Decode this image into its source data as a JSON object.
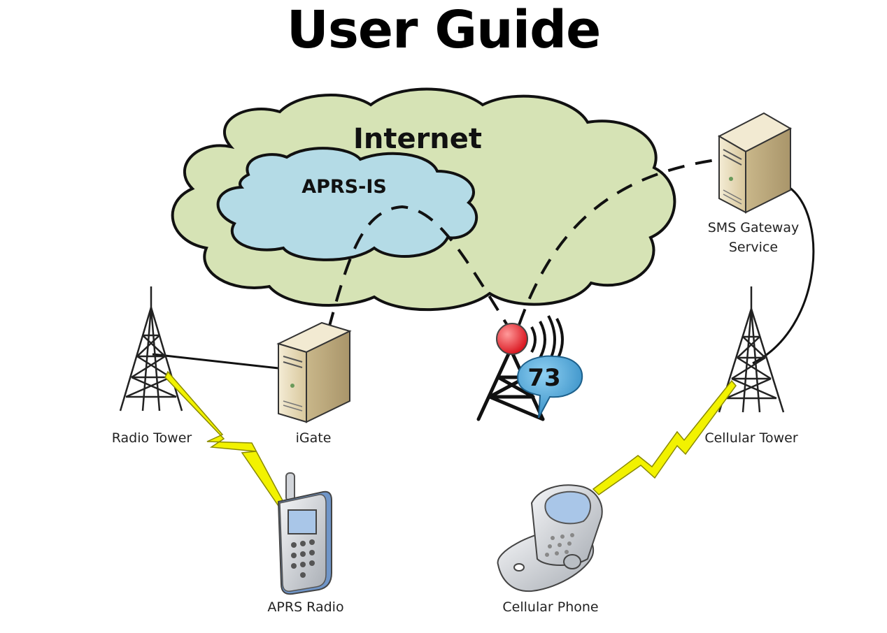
{
  "title": "User Guide",
  "clouds": {
    "internet": "Internet",
    "aprs_is": "APRS-IS"
  },
  "nodes": {
    "radio_tower": "Radio Tower",
    "igate": "iGate",
    "aprs_badge": "73",
    "sms_gateway_line1": "SMS Gateway",
    "sms_gateway_line2": "Service",
    "cellular_tower": "Cellular Tower",
    "aprs_radio": "APRS Radio",
    "cellular_phone": "Cellular Phone"
  },
  "colors": {
    "internet_cloud": "#d6e3b5",
    "aprs_is_cloud": "#b4dbe6",
    "server": "#e8dcbc",
    "lightning": "#f2f200",
    "antenna_ball": "#ee1c24",
    "badge": "#3fa3d8",
    "phone": "#c7cbd0",
    "screen": "#a9c6e8"
  }
}
